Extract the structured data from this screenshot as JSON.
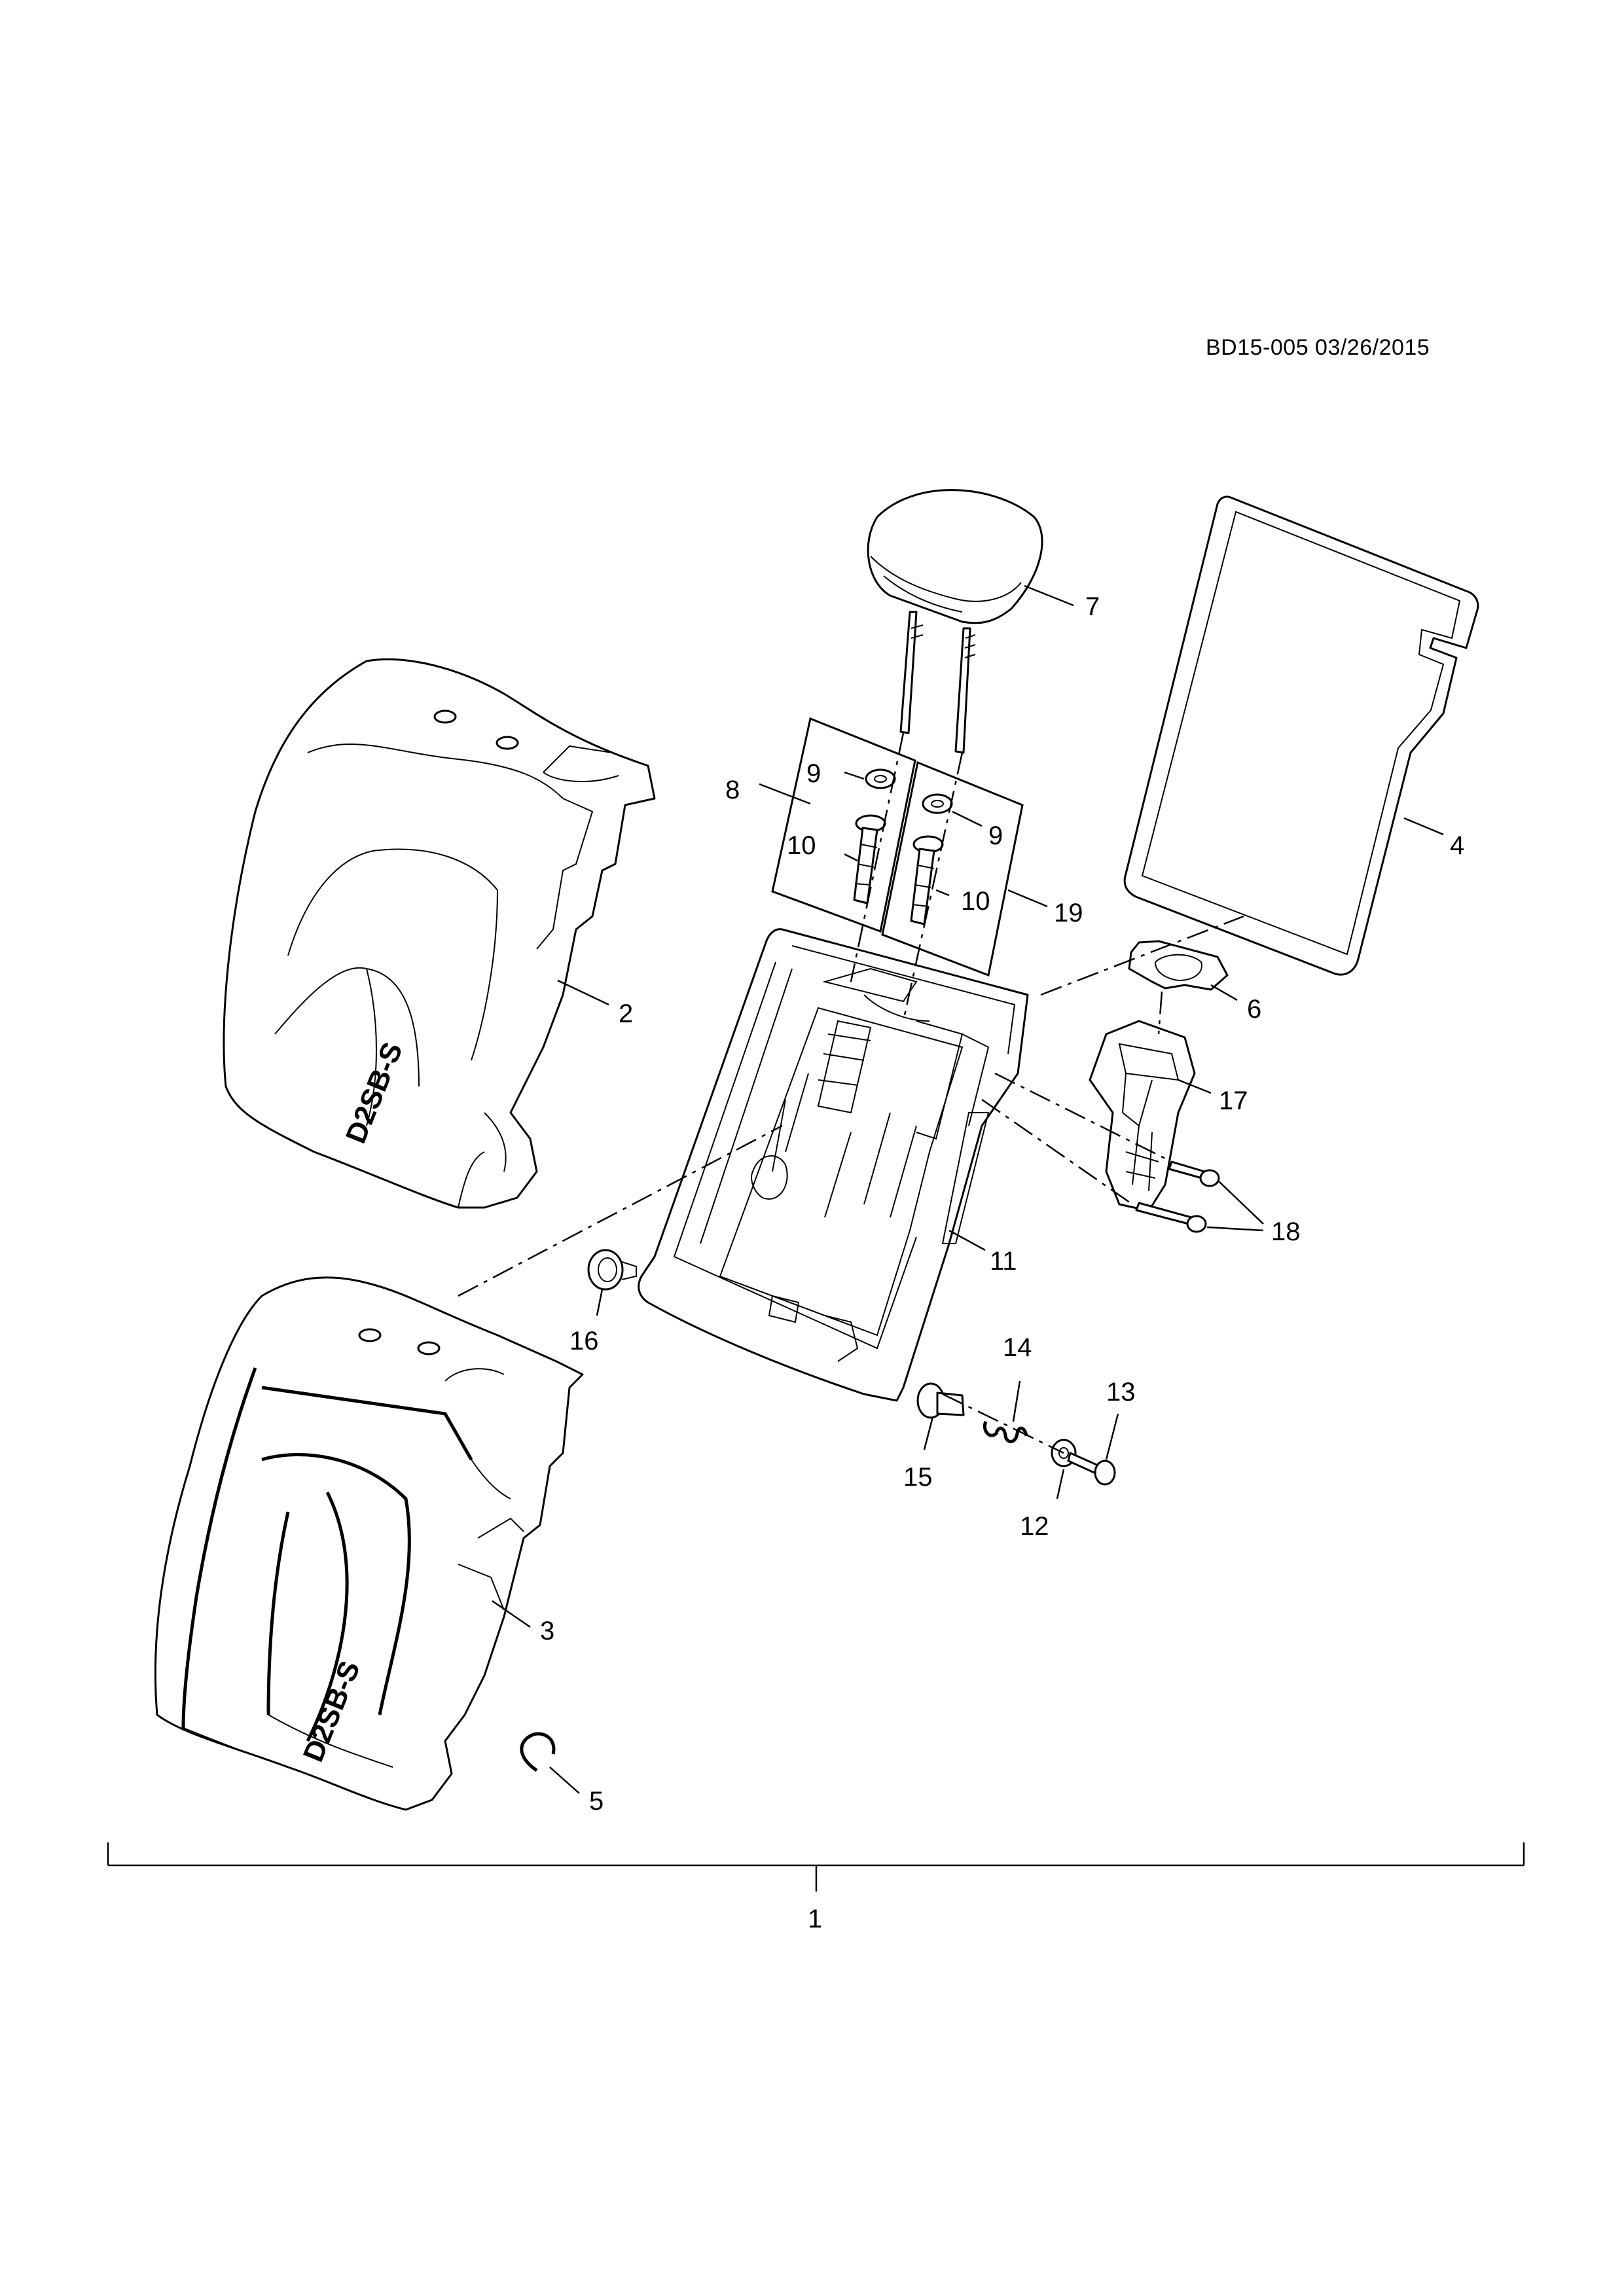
{
  "document": {
    "id_date": "BD15-005 03/26/2015"
  },
  "callouts": {
    "c1": "1",
    "c2": "2",
    "c3": "3",
    "c4": "4",
    "c5": "5",
    "c6": "6",
    "c7": "7",
    "c8": "8",
    "c9a": "9",
    "c9b": "9",
    "c10a": "10",
    "c10b": "10",
    "c11": "11",
    "c12": "12",
    "c13": "13",
    "c14": "14",
    "c15": "15",
    "c16": "16",
    "c17": "17",
    "c18": "18",
    "c19": "19"
  },
  "stamps": {
    "upper_cover": "D2SB-S",
    "lower_cover": "D2SB-S"
  }
}
